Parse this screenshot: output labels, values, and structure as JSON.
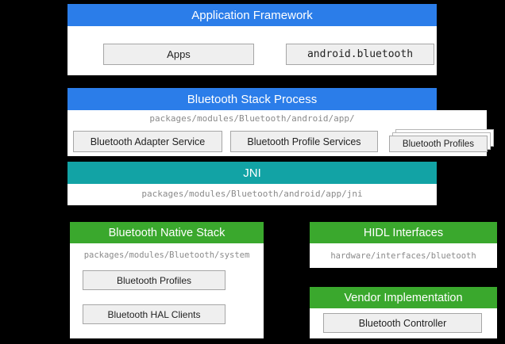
{
  "app_framework": {
    "title": "Application Framework",
    "apps_label": "Apps",
    "api_label": "android.bluetooth"
  },
  "stack_process": {
    "title": "Bluetooth Stack Process",
    "path": "packages/modules/Bluetooth/android/app/",
    "adapter_service_label": "Bluetooth Adapter Service",
    "profile_services_label": "Bluetooth Profile Services",
    "profiles_label": "Bluetooth Profiles"
  },
  "jni": {
    "title": "JNI",
    "path": "packages/modules/Bluetooth/android/app/jni"
  },
  "native_stack": {
    "title": "Bluetooth Native Stack",
    "path": "packages/modules/Bluetooth/system",
    "profiles_label": "Bluetooth Profiles",
    "hal_clients_label": "Bluetooth HAL Clients"
  },
  "hidl": {
    "title": "HIDL Interfaces",
    "path": "hardware/interfaces/bluetooth"
  },
  "vendor": {
    "title": "Vendor Implementation",
    "controller_label": "Bluetooth Controller"
  },
  "colors": {
    "background": "#000000",
    "header_blue": "#2b7de9",
    "header_teal": "#12a3a5",
    "header_green": "#3aa82d",
    "box_fill": "#efefef",
    "box_border": "#a6a6a6",
    "path_text": "#8a8a8a",
    "header_text": "#ffffff",
    "box_text": "#222222"
  }
}
